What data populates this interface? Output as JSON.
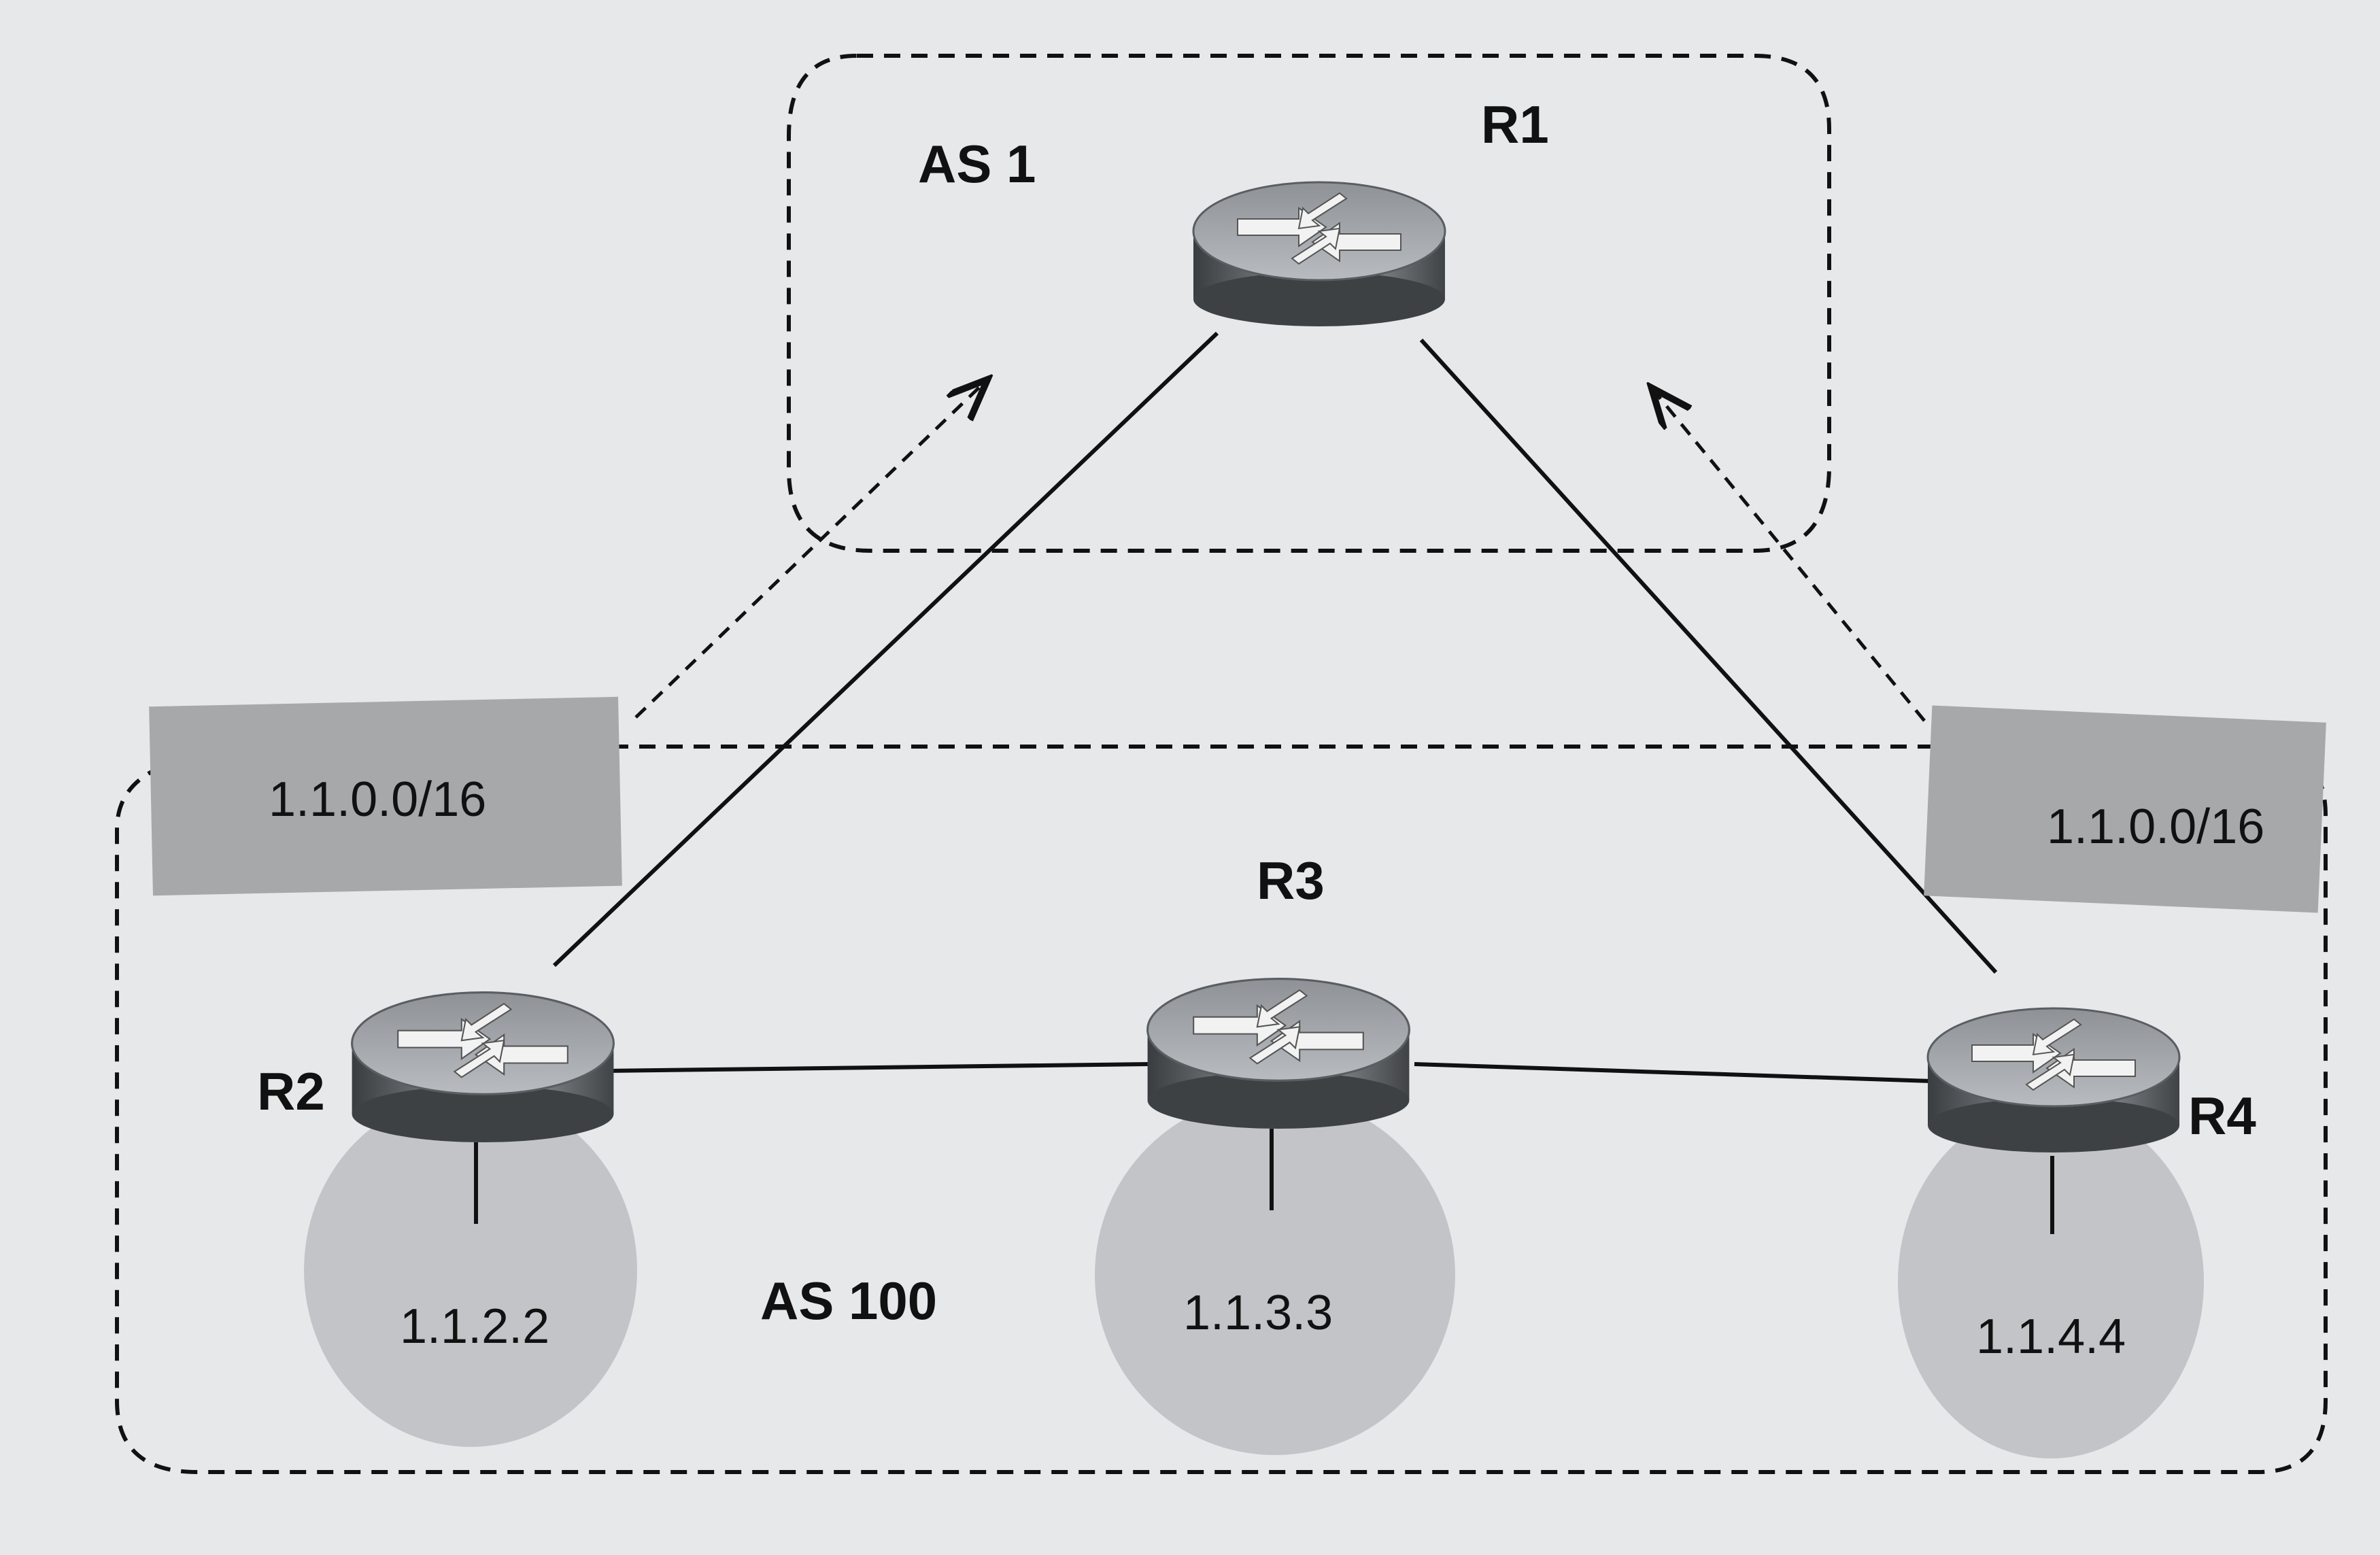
{
  "routers": [
    {
      "id": "R1",
      "label": "R1"
    },
    {
      "id": "R2",
      "label": "R2"
    },
    {
      "id": "R3",
      "label": "R3"
    },
    {
      "id": "R4",
      "label": "R4"
    }
  ],
  "as_regions": [
    {
      "id": "as1",
      "label": "AS 1"
    },
    {
      "id": "as100",
      "label": "AS 100"
    }
  ],
  "networks": [
    {
      "router": "R2",
      "label": "1.1.2.2"
    },
    {
      "router": "R3",
      "label": "1.1.3.3"
    },
    {
      "router": "R4",
      "label": "1.1.4.4"
    }
  ],
  "advertisements": [
    {
      "from": "R2",
      "label": "1.1.0.0/16"
    },
    {
      "from": "R4",
      "label": "1.1.0.0/16"
    }
  ],
  "links": [
    {
      "from": "R1",
      "to": "R2"
    },
    {
      "from": "R1",
      "to": "R4"
    },
    {
      "from": "R2",
      "to": "R3"
    },
    {
      "from": "R3",
      "to": "R4"
    }
  ],
  "colors": {
    "background": "#e6e8ea",
    "router_top": "#a9adb1",
    "router_body": "#55595d",
    "network_cloud": "#c2c4c7",
    "prefix_box": "#a6a8aa"
  }
}
